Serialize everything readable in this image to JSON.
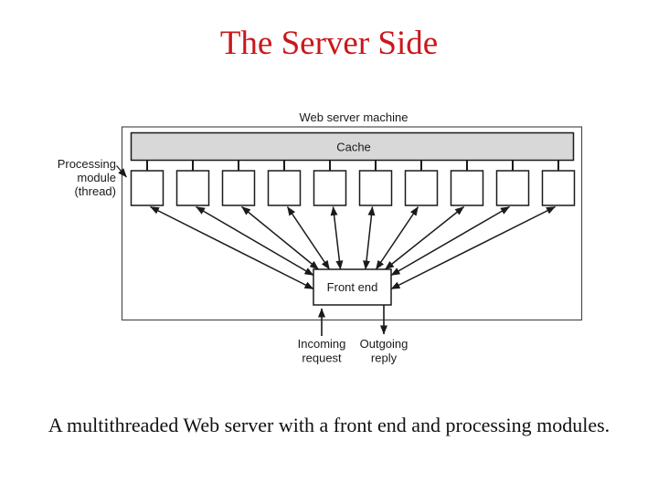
{
  "slide": {
    "title": "The Server Side",
    "caption": "A multithreaded Web server with a front end and processing modules.",
    "colors": {
      "title": "#c9181c",
      "cache_fill": "#d8d8d8",
      "line": "#1a1a1a",
      "outer_border": "#4d4d4d"
    }
  },
  "diagram": {
    "machine_label": "Web server machine",
    "cache_label": "Cache",
    "front_end_label": "Front end",
    "processing_module_label_lines": [
      "Processing",
      "module",
      "(thread)"
    ],
    "incoming_label_lines": [
      "Incoming",
      "request"
    ],
    "outgoing_label_lines": [
      "Outgoing",
      "reply"
    ],
    "processing_module_count": 10
  }
}
